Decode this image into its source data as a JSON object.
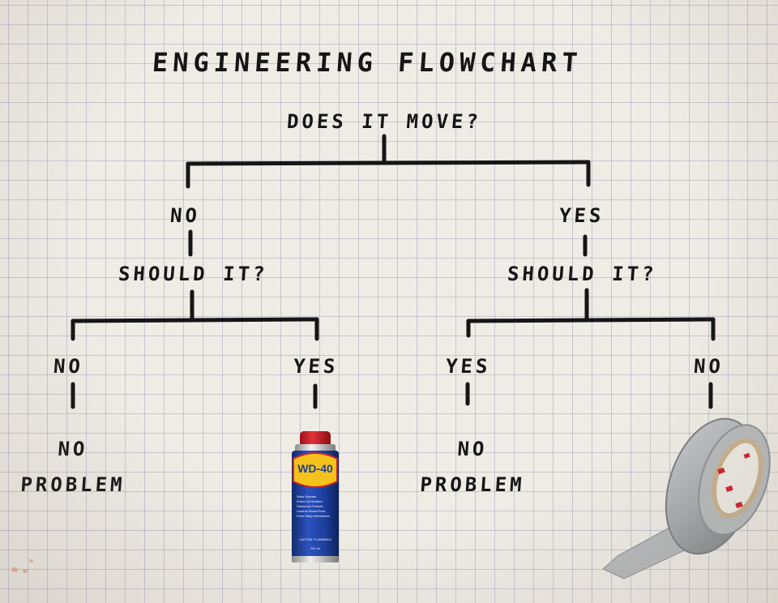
{
  "title": "ENGINEERING FLOWCHART",
  "root_question": "DOES IT MOVE?",
  "left_branch": {
    "answer": "NO",
    "question": "SHOULD IT?",
    "outcomes": [
      {
        "answer": "NO",
        "result_line1": "NO",
        "result_line2": "PROBLEM"
      },
      {
        "answer": "YES",
        "result_image": "wd-40-spray-can"
      }
    ]
  },
  "right_branch": {
    "answer": "YES",
    "question": "SHOULD IT?",
    "outcomes": [
      {
        "answer": "YES",
        "result_line1": "NO",
        "result_line2": "PROBLEM"
      },
      {
        "answer": "NO",
        "result_image": "duct-tape-roll"
      }
    ]
  },
  "wd40_can": {
    "brand": "WD-40",
    "bullets": [
      "Stops Squeaks",
      "Drives Out Moisture",
      "Cleans and Protects",
      "Loosens Rusted Parts",
      "Frees Sticky Mechanisms"
    ],
    "warning": "CAUTION: FLAMMABLE",
    "volume": "200 ml"
  },
  "colors": {
    "ink": "#151515",
    "paper": "#efece6",
    "grid": "#3c4678",
    "wd40_blue": "#1c3f9e",
    "wd40_yellow": "#f4c21b",
    "wd40_red": "#d3202a",
    "tape_grey": "#a9adb0"
  }
}
